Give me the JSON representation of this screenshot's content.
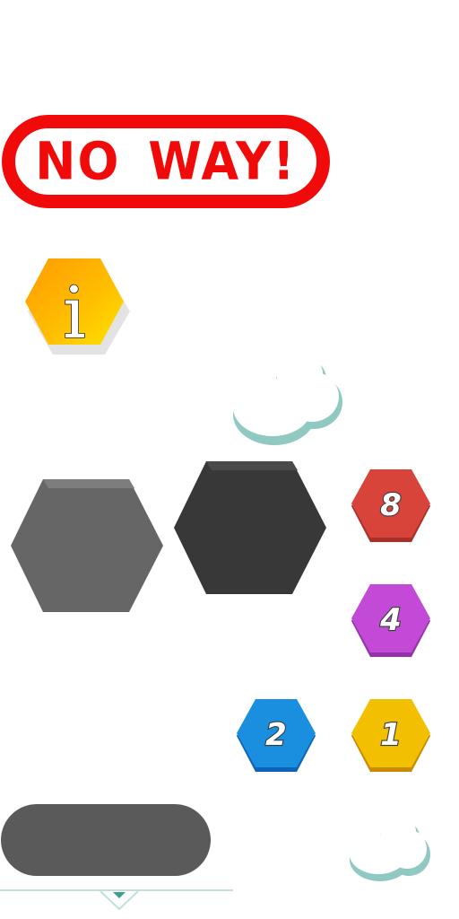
{
  "banner": {
    "text": "NO WAY!"
  },
  "info_button": {
    "glyph": "i",
    "icon": "info-icon"
  },
  "tiles": [
    {
      "label": "8",
      "color": "#d9443a"
    },
    {
      "label": "4",
      "color": "#c24ad6"
    },
    {
      "label": "2",
      "color": "#1a8fe0"
    },
    {
      "label": "1",
      "color": "#f2c000"
    }
  ],
  "slots": [
    {
      "color": "#666666"
    },
    {
      "color": "#383838"
    }
  ],
  "colors": {
    "banner_red": "#f10a0a",
    "cloud_shadow": "#8fc9c2",
    "pill": "#5a5a5a"
  }
}
